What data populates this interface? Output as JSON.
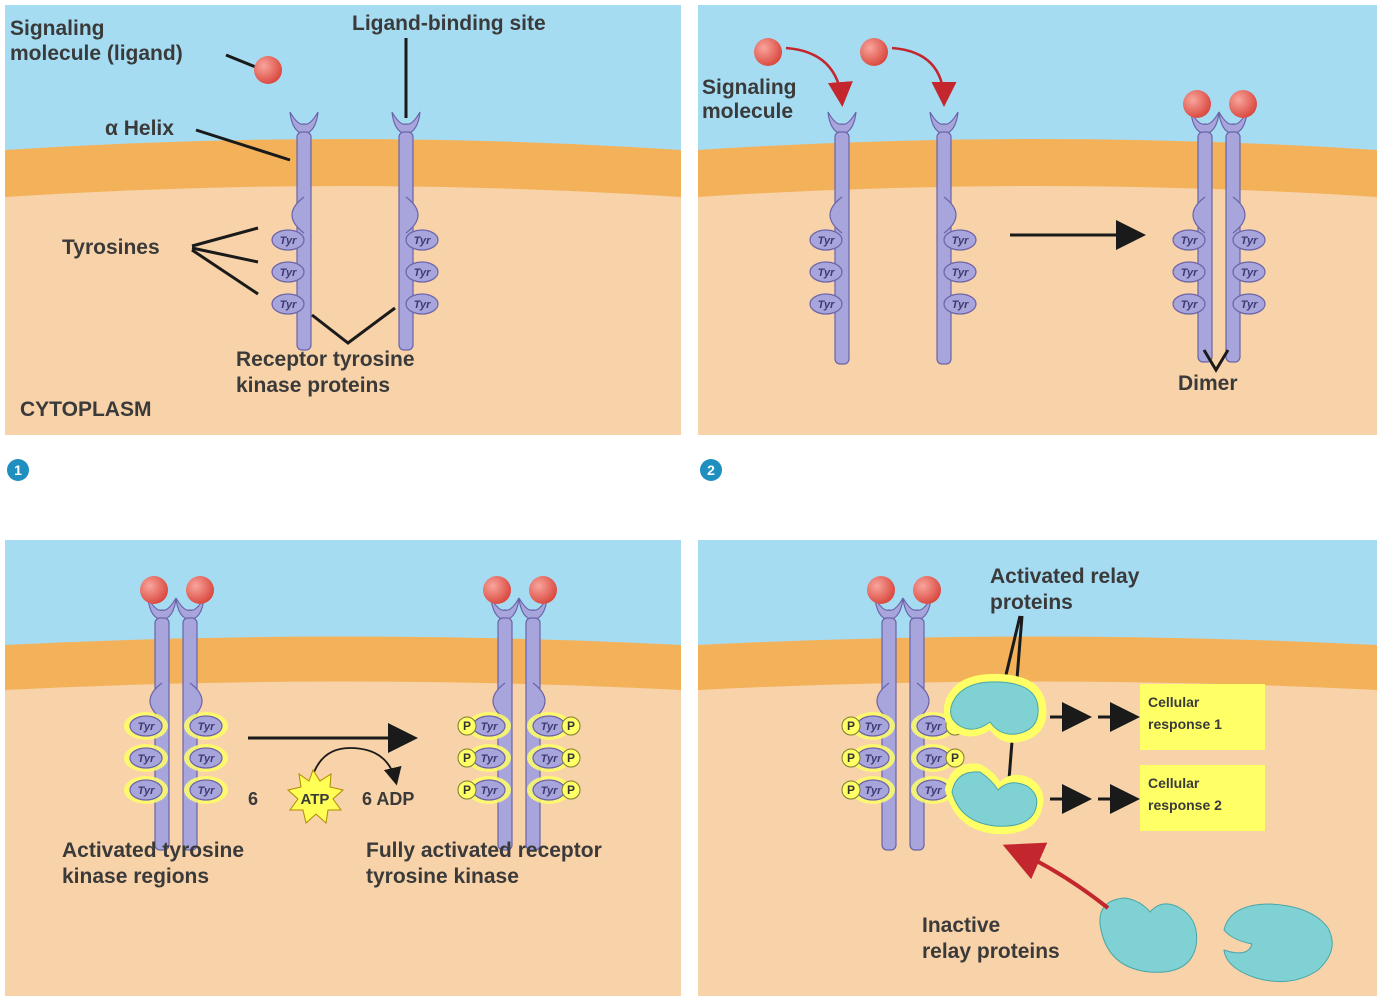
{
  "panel1": {
    "step": "1",
    "labels": {
      "ligand_line1": "Signaling",
      "ligand_line2": "molecule (ligand)",
      "binding_site": "Ligand-binding site",
      "helix": "α Helix",
      "tyrosines": "Tyrosines",
      "rtk_line1": "Receptor tyrosine",
      "rtk_line2": "kinase proteins",
      "cytoplasm": "CYTOPLASM"
    }
  },
  "panel2": {
    "step": "2",
    "labels": {
      "signal_line1": "Signaling",
      "signal_line2": "molecule",
      "dimer": "Dimer"
    }
  },
  "panel3": {
    "labels": {
      "active_line1": "Activated tyrosine",
      "active_line2": "kinase regions",
      "full_line1": "Fully activated receptor",
      "full_line2": "tyrosine kinase",
      "atp_count": "6",
      "atp": "ATP",
      "adp": "6 ADP"
    }
  },
  "panel4": {
    "labels": {
      "relay_line1": "Activated relay",
      "relay_line2": "proteins",
      "resp1_line1": "Cellular",
      "resp1_line2": "response 1",
      "resp2_line1": "Cellular",
      "resp2_line2": "response 2",
      "inactive_line1": "Inactive",
      "inactive_line2": "relay proteins"
    }
  },
  "tyr_label": "Tyr",
  "p_label": "P",
  "colors": {
    "extracellular": "#a6dcf2",
    "membrane": "#f3b25a",
    "cytoplasm": "#f8d2a8",
    "receptor": "#a8a4dc",
    "receptor_stroke": "#6a64a8",
    "ligand": "#e3625a",
    "relay": "#7fd1d3",
    "response_box": "#ffff66",
    "arrow_red": "#c4262d",
    "step_badge": "#1f8fbf"
  }
}
